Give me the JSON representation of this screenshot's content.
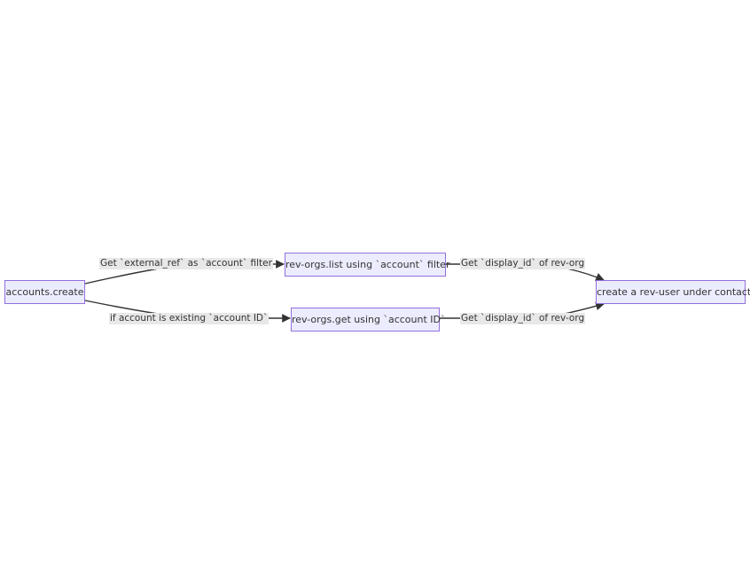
{
  "colors": {
    "node_fill": "#ececff",
    "node_border": "#9370db",
    "text": "#333333",
    "edge": "#333333",
    "edge_label_bg": "#e8e8e8"
  },
  "nodes": {
    "accounts_create": "accounts.create",
    "rev_orgs_list": "rev-orgs.list using `account` filter",
    "rev_orgs_get": "rev-orgs.get using `account ID`",
    "create_rev_user": "create a rev-user under contact"
  },
  "edges": {
    "to_list": "Get `external_ref` as `account` filter",
    "to_get": "if account is existing `account ID`",
    "list_to_user": "Get `display_id` of rev-org",
    "get_to_user": "Get `display_id` of rev-org"
  }
}
